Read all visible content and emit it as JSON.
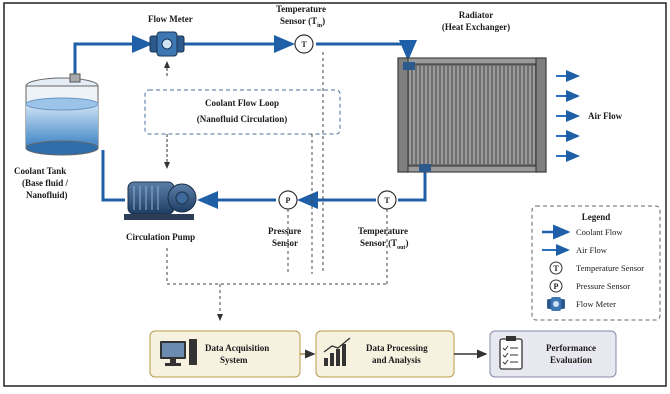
{
  "labels": {
    "flow_meter": "Flow Meter",
    "temp_in": "Temperature",
    "temp_in_2": "Sensor (T",
    "temp_in_sub": "in",
    "radiator_1": "Radiator",
    "radiator_2": "(Heat Exchanger)",
    "air_flow": "Air Flow",
    "loop_1": "Coolant Flow Loop",
    "loop_2": "(Nanofluid Circulation)",
    "tank_1": "Coolant Tank",
    "tank_2": "(Base fluid /",
    "tank_3": "Nanofluid)",
    "pump": "Circulation Pump",
    "pressure_1": "Pressure",
    "pressure_2": "Sensor",
    "temp_out_1": "Temperature",
    "temp_out_2": "Sensor (T",
    "temp_out_sub": "out",
    "daq_1": "Data Acquisition",
    "daq_2": "System",
    "proc_1": "Data Processing",
    "proc_2": "and Analysis",
    "perf_1": "Performance",
    "perf_2": "Evaluation"
  },
  "symbols": {
    "temperature": "T",
    "pressure": "P"
  },
  "legend": {
    "title": "Legend",
    "coolant_flow": "Coolant Flow",
    "air_flow": "Air Flow",
    "temperature_sensor": "Temperature Sensor",
    "pressure_sensor": "Pressure Sensor",
    "flow_meter": "Flow Meter"
  },
  "icons": [
    "flow-meter-icon",
    "radiator-icon",
    "coolant-tank-icon",
    "pump-icon",
    "computer-icon",
    "bar-chart-icon",
    "clipboard-checklist-icon"
  ],
  "colors": {
    "coolant": "#1f5fa8",
    "air": "#2a6fc0",
    "dashed": "#555555",
    "daq_box": "#f7f1e0",
    "perf_box": "#e8e8f0"
  }
}
